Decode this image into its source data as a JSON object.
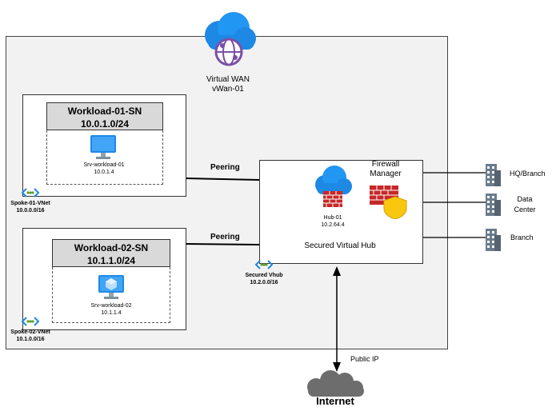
{
  "wan": {
    "line1": "Virtual WAN",
    "line2": "vWan-01"
  },
  "spoke1": {
    "subnet_name": "Workload-01-SN",
    "subnet_cidr": "10.0.1.0/24",
    "vm_name": "Srv-workload-01",
    "vm_ip": "10.0.1.4",
    "vnet_name": "Spoke-01-VNet",
    "vnet_cidr": "10.0.0.0/16"
  },
  "spoke2": {
    "subnet_name": "Workload-02-SN",
    "subnet_cidr": "10.1.1.0/24",
    "vm_name": "Srv-workload-02",
    "vm_ip": "10.1.1.4",
    "vnet_name": "Spoke-02-VNet",
    "vnet_cidr": "10.1.0.0/16"
  },
  "links": {
    "peering1": "Peering",
    "peering2": "Peering",
    "public_ip": "Public IP"
  },
  "hub": {
    "fw_name": "Hub-01",
    "fw_ip": "10.2.64.4",
    "manager_line1": "Firewall",
    "manager_line2": "Manager",
    "title": "Secured Virtual Hub",
    "vhub_name": "Secured Vhub",
    "vhub_cidr": "10.2.0.0/16"
  },
  "sites": {
    "hq": "HQ/Branch",
    "dc_line1": "Data",
    "dc_line2": "Center",
    "branch": "Branch"
  },
  "internet": "Internet",
  "colors": {
    "azure_blue": "#1e88e5",
    "firewall_red": "#c62828",
    "shield_yellow": "#f9c80e",
    "vwan_purple": "#7b4fa8",
    "building_gray": "#6b7b8c",
    "cloud_gray": "#6d6d6d"
  }
}
